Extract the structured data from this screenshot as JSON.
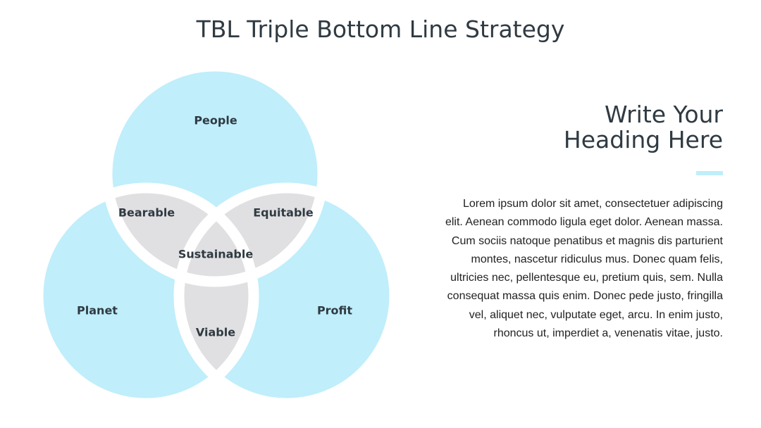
{
  "slide": {
    "title": "TBL Triple Bottom Line Strategy"
  },
  "venn": {
    "circles": [
      {
        "label": "People"
      },
      {
        "label": "Planet"
      },
      {
        "label": "Profit"
      }
    ],
    "overlaps": {
      "people_planet": "Bearable",
      "people_profit": "Equitable",
      "planet_profit": "Viable",
      "center": "Sustainable"
    },
    "colors": {
      "circle_fill": "#c0eefb",
      "overlap_fill": "#e0e0e2",
      "gap": "#ffffff"
    }
  },
  "side": {
    "heading_line1": "Write Your",
    "heading_line2": "Heading Here",
    "accent_color": "#c0eefb",
    "body": "Lorem ipsum dolor sit amet, consectetuer adipiscing elit. Aenean commodo ligula eget dolor. Aenean massa. Cum sociis natoque penatibus et magnis dis parturient montes, nascetur ridiculus mus. Donec quam felis, ultricies nec, pellentesque eu, pretium quis, sem. Nulla consequat massa quis enim. Donec pede justo, fringilla vel, aliquet nec, vulputate eget, arcu. In enim justo, rhoncus ut, imperdiet a, venenatis vitae, justo."
  }
}
